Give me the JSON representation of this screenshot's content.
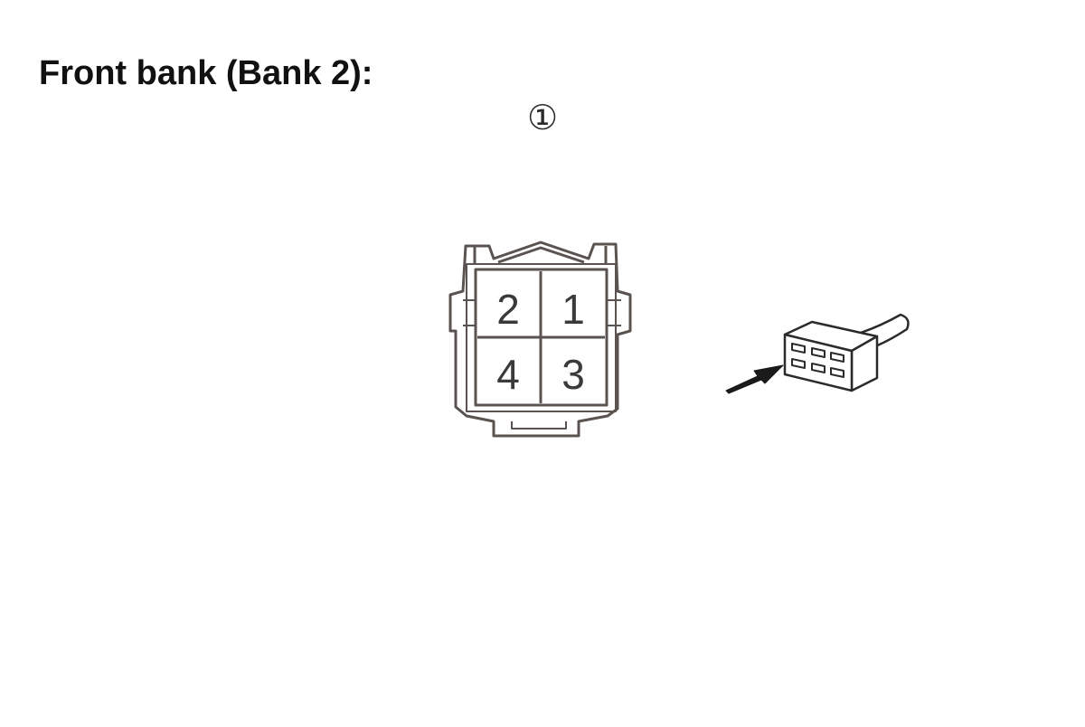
{
  "title": "Front bank (Bank 2):",
  "callout": "①",
  "connector": {
    "pins": [
      {
        "label": "2"
      },
      {
        "label": "1"
      },
      {
        "label": "4"
      },
      {
        "label": "3"
      }
    ]
  },
  "colors": {
    "line": "#5a5350",
    "text": "#111111"
  },
  "icons": {
    "connector_view": "wire-harness-connector-icon",
    "arrow": "viewing-direction-arrow-icon"
  }
}
